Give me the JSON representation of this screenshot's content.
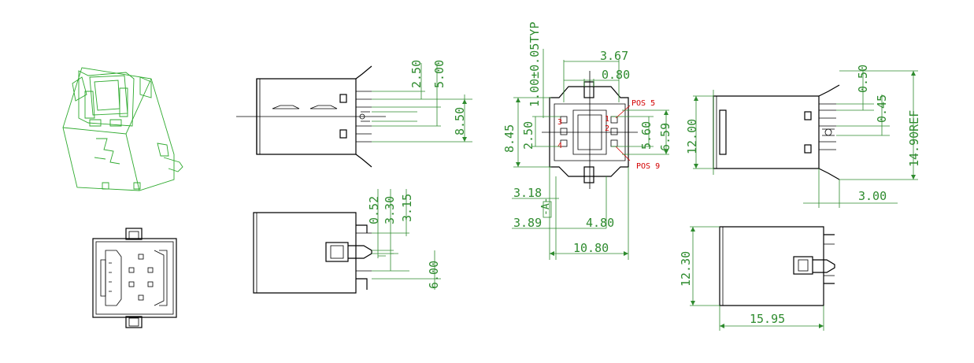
{
  "colors": {
    "outline": "#000000",
    "dimension": "#2e8b2e",
    "iso_view": "#2eaa2e",
    "callout": "#d40000"
  },
  "dims": {
    "d250_top": "2.50",
    "d500": "5.00",
    "d850": "8.50",
    "d052": "0.52",
    "d330": "3.30",
    "d315": "3.15",
    "d600": "6.00",
    "d100typ": "1.00±0.05TYP",
    "d367": "3.67",
    "d080": "0.80",
    "d845": "8.45",
    "d250_mid": "2.50",
    "d560": "5.60",
    "d659": "6.59",
    "d318": "3.18",
    "d389": "3.89",
    "d480": "4.80",
    "d1080": "10.80",
    "d050": "0.50",
    "d045": "0.45",
    "d1200": "12.00",
    "d1490ref": "14.90REF",
    "d300": "3.00",
    "d1230": "12.30",
    "d1595": "15.95"
  },
  "callouts": {
    "pos5": "POS 5",
    "pos9": "POS 9",
    "datum": "-A-",
    "pin1": "1",
    "pin2": "2",
    "pin3": "3",
    "pin4": "4"
  }
}
